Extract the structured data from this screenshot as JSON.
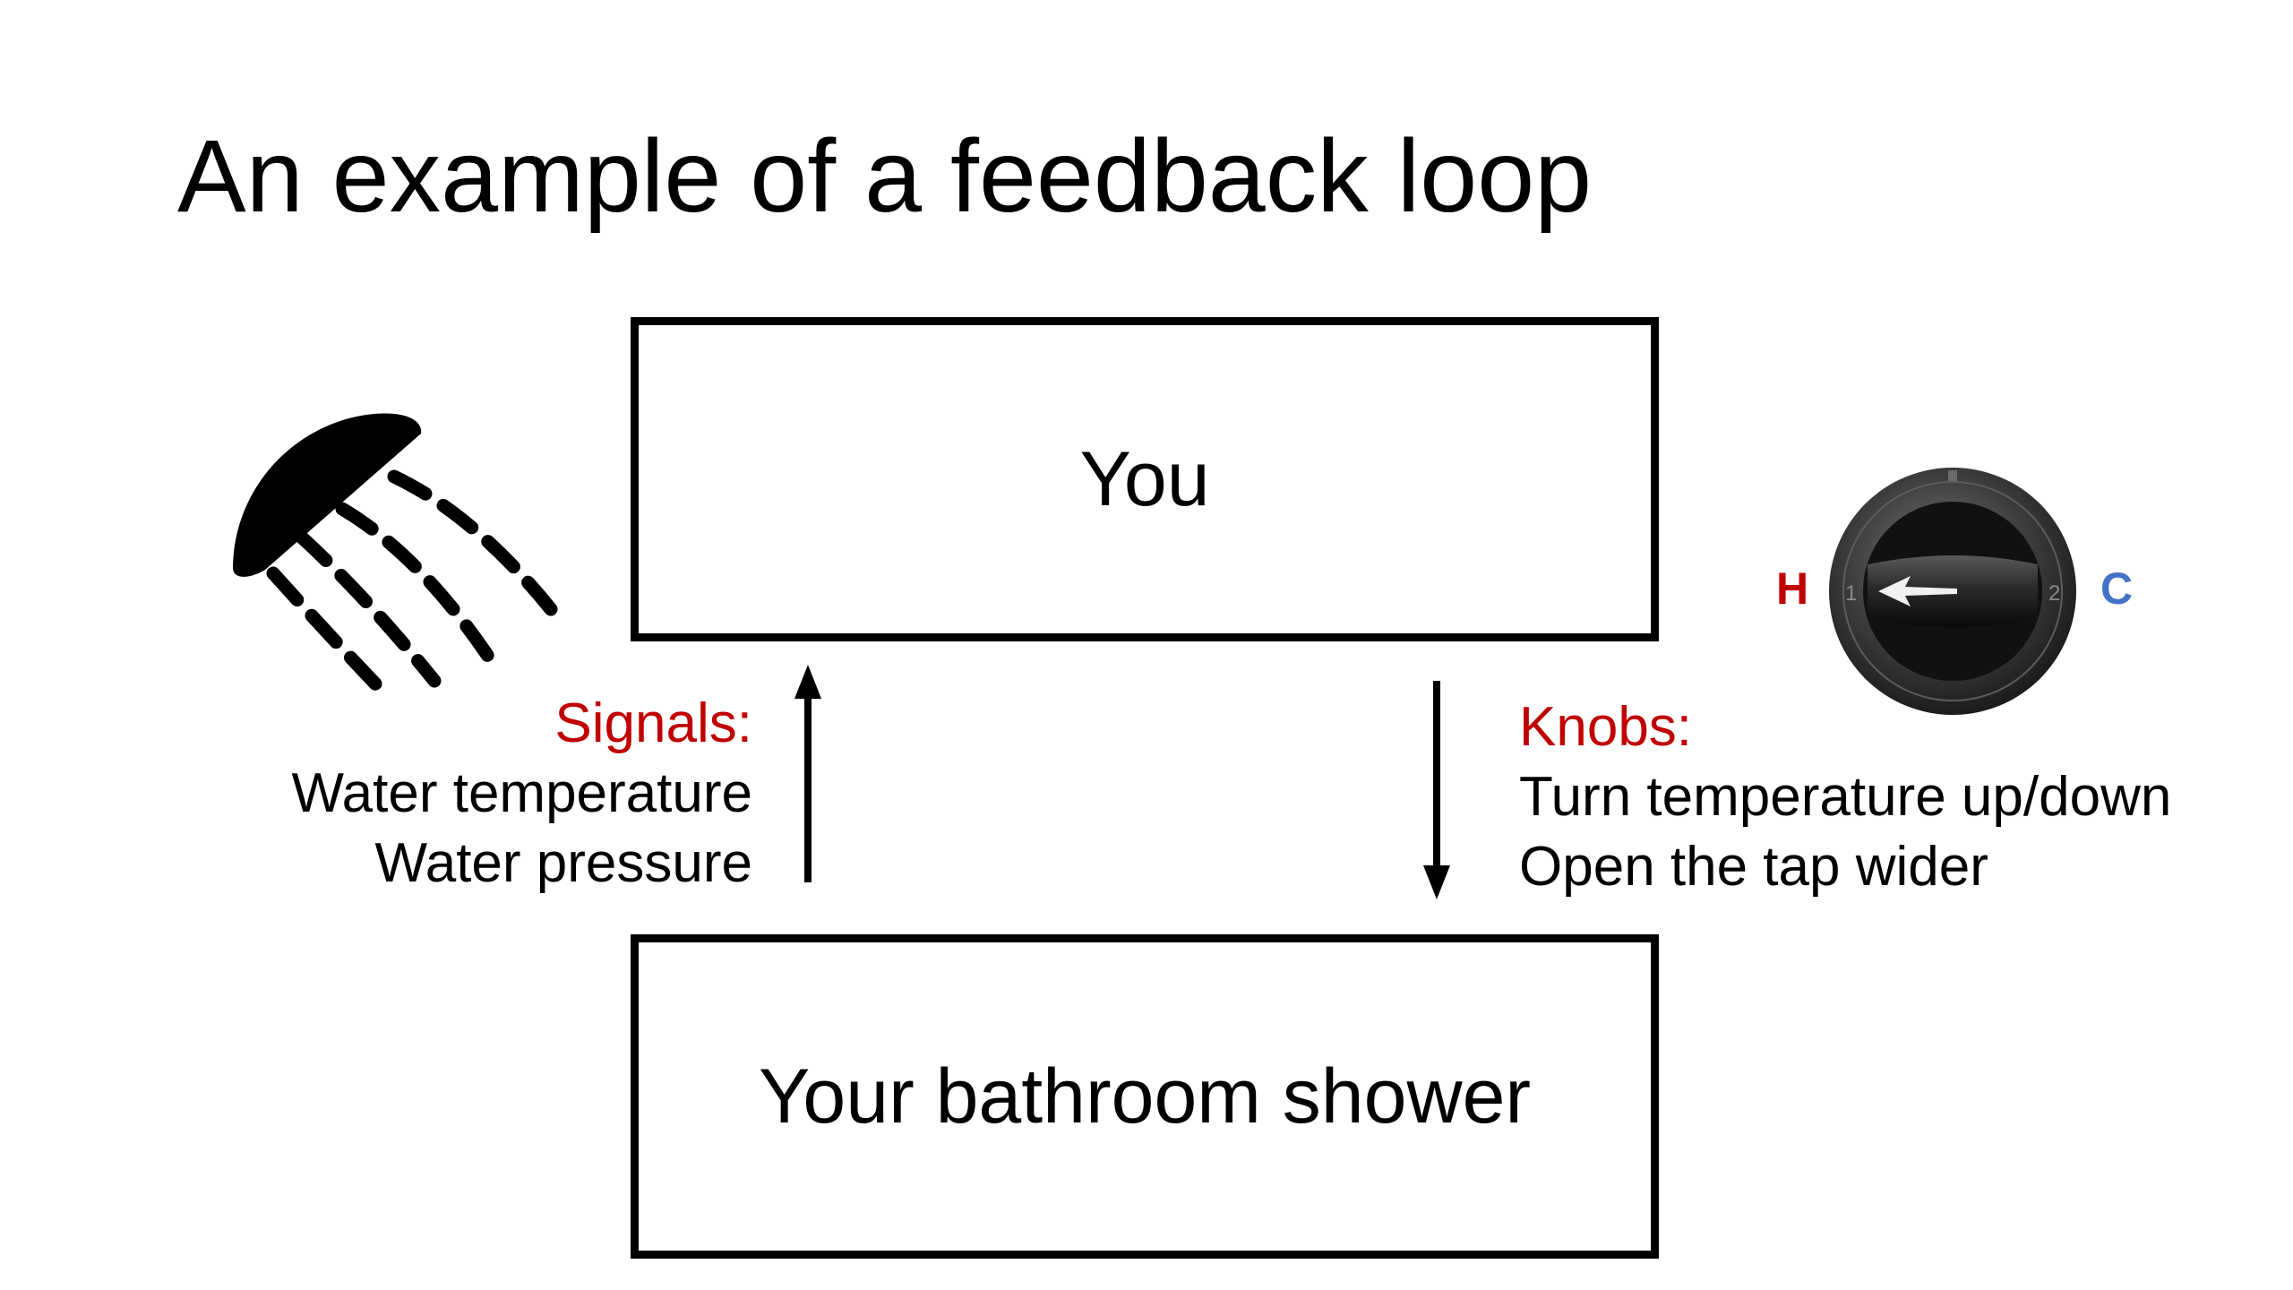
{
  "title": "An example of a feedback loop",
  "boxes": {
    "top": "You",
    "bottom": "Your bathroom shower"
  },
  "signals": {
    "heading": "Signals:",
    "items": [
      "Water temperature",
      "Water pressure"
    ]
  },
  "knobs": {
    "heading": "Knobs:",
    "items": [
      "Turn temperature up/down",
      "Open the tap wider"
    ]
  },
  "knob_dial": {
    "hot_letter": "H",
    "cold_letter": "C",
    "marks": [
      "1",
      "2"
    ]
  },
  "colors": {
    "heading_red": "#c00000",
    "hot": "#c00000",
    "cold": "#4472c4",
    "text": "#000000"
  },
  "icons": [
    "shower-head-icon",
    "temperature-knob-icon",
    "up-arrow-icon",
    "down-arrow-icon"
  ]
}
